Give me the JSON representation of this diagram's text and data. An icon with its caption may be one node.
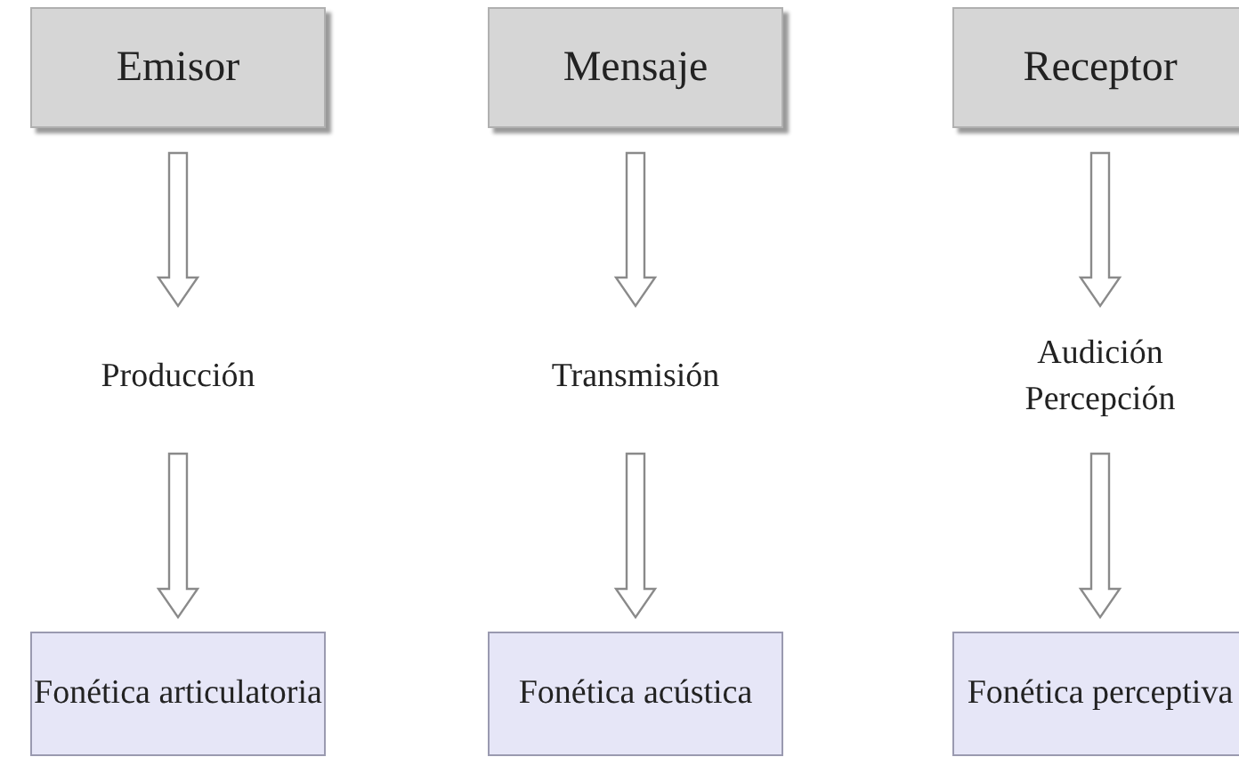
{
  "diagram": {
    "nodes": [
      {
        "text": [
          "Emisor"
        ]
      },
      {
        "text": [
          "Mensaje"
        ]
      },
      {
        "text": [
          "Receptor"
        ]
      },
      {
        "text": [
          "Producción"
        ]
      },
      {
        "text": [
          "Transmisión"
        ]
      },
      {
        "text": [
          "Audición Percepción"
        ]
      },
      {
        "text": [
          "Fonética articulatoria"
        ]
      },
      {
        "text": [
          "Fonética acústica"
        ]
      },
      {
        "text": [
          "Fonética perceptiva"
        ]
      }
    ],
    "edges": [
      {
        "from": 0,
        "to": 3,
        "arrow": "to"
      },
      {
        "from": 3,
        "to": 6,
        "arrow": "to"
      },
      {
        "from": 1,
        "to": 4,
        "arrow": "to"
      },
      {
        "from": 4,
        "to": 7,
        "arrow": "to"
      },
      {
        "from": 2,
        "to": 5,
        "arrow": "to"
      },
      {
        "from": 5,
        "to": 8,
        "arrow": "to"
      }
    ]
  }
}
